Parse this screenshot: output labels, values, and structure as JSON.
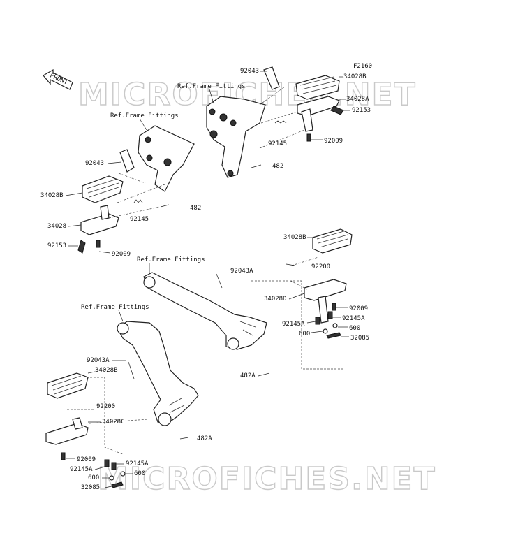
{
  "figure_code": "F2160",
  "front_arrow": "FRONT",
  "watermark": "MICROFICHES.NET",
  "ref_labels": [
    "Ref.Frame Fittings",
    "Ref.Frame Fittings",
    "Ref.Frame Fittings",
    "Ref.Frame Fittings"
  ],
  "parts": {
    "p92043_top": "92043",
    "p34028B_top": "34028B",
    "p34028A": "34028A",
    "p92153_top": "92153",
    "p92009_top": "92009",
    "p92145_top": "92145",
    "p482_top": "482",
    "p92043_left": "92043",
    "p34028B_left": "34028B",
    "p34028": "34028",
    "p92145_left": "92145",
    "p482_left": "482",
    "p92153_left": "92153",
    "p92009_left": "92009",
    "p34028B_right": "34028B",
    "p92043A_right": "92043A",
    "p92200_right": "92200",
    "p34028D": "34028D",
    "p92009_right": "92009",
    "p92145A_right1": "92145A",
    "p92145A_right2": "92145A",
    "p600_right1": "600",
    "p600_right2": "600",
    "p32085_right": "32085",
    "p482A_right": "482A",
    "p92043A_left": "92043A",
    "p34028B_bottom": "34028B",
    "p92200_bottom": "92200",
    "p34028C": "34028C",
    "p482A_bottom": "482A",
    "p92009_bottom": "92009",
    "p92145A_bottom1": "92145A",
    "p92145A_bottom2": "92145A",
    "p600_bottom1": "600",
    "p600_bottom2": "600",
    "p32085_bottom": "32085"
  }
}
